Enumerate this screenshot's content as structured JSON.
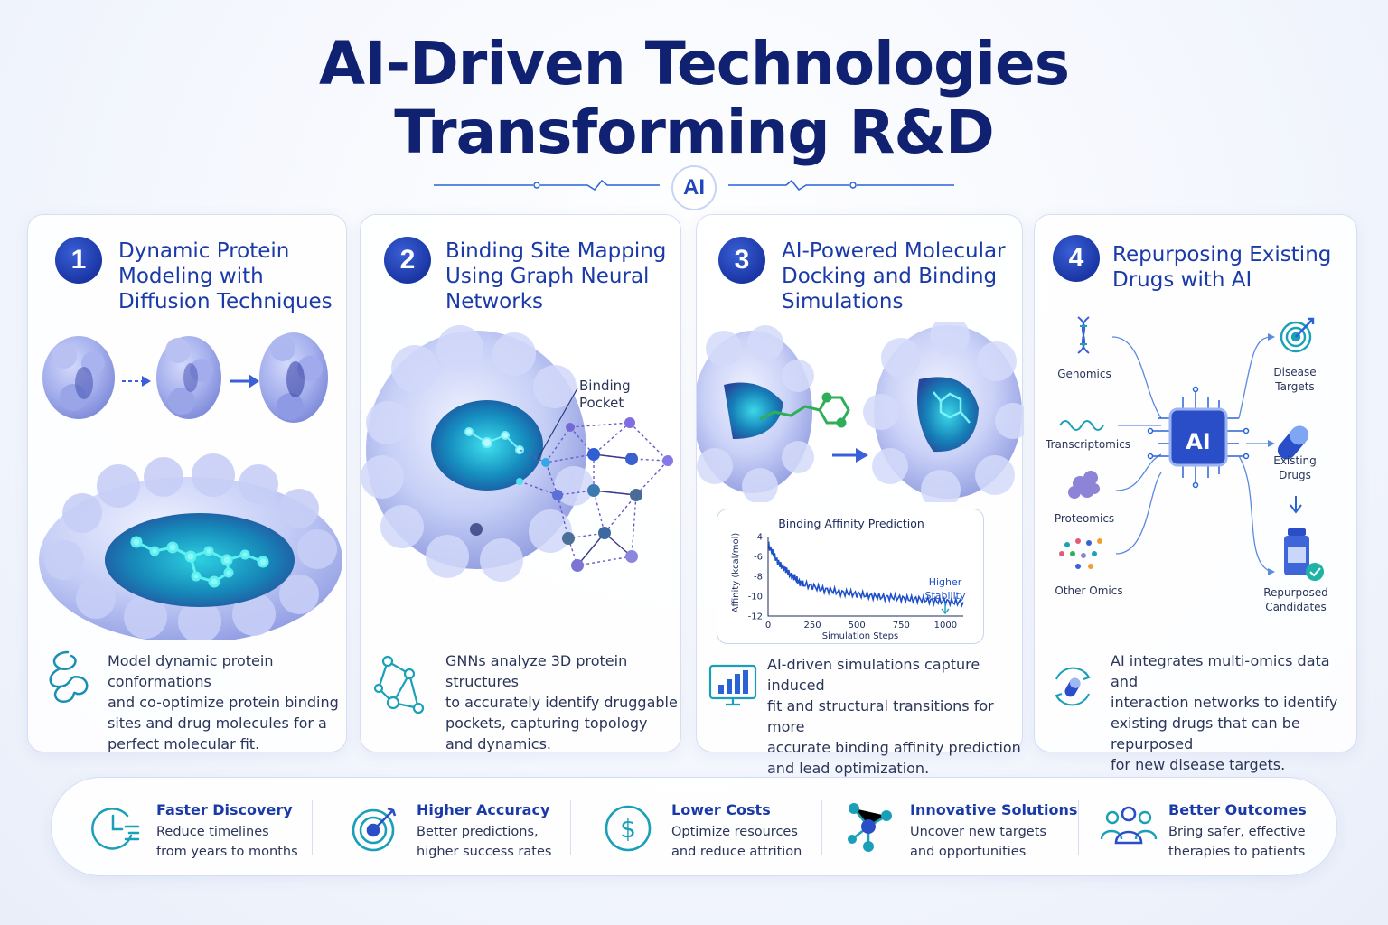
{
  "header": {
    "title_line1": "AI-Driven Technologies",
    "title_line2": "Transforming R&D",
    "badge": "AI"
  },
  "colors": {
    "title": "#0f2170",
    "accent_blue": "#1a3aa8",
    "teal": "#1aa0b8",
    "protein_lavender": "#aab4ef"
  },
  "panels": [
    {
      "number": "1",
      "title": [
        "Dynamic Protein",
        "Modeling with",
        "Diffusion Techniques"
      ],
      "description": [
        "Model dynamic protein conformations",
        "and co-optimize protein binding",
        "sites and drug molecules for a",
        "perfect molecular fit."
      ],
      "icon": "protein-coil-icon"
    },
    {
      "number": "2",
      "title": [
        "Binding Site Mapping",
        "Using Graph Neural",
        "Networks"
      ],
      "callout": [
        "Binding",
        "Pocket"
      ],
      "description": [
        "GNNs analyze 3D protein structures",
        "to accurately identify druggable",
        "pockets, capturing topology",
        "and dynamics."
      ],
      "icon": "graph-network-icon"
    },
    {
      "number": "3",
      "title": [
        "AI-Powered Molecular",
        "Docking and Binding",
        "Simulations"
      ],
      "description": [
        "AI-driven simulations capture induced",
        "fit and structural transitions for more",
        "accurate binding affinity prediction",
        "and lead optimization."
      ],
      "icon": "bar-chart-monitor-icon"
    },
    {
      "number": "4",
      "title": [
        "Repurposing Existing",
        "Drugs with AI"
      ],
      "center_label": "AI",
      "inputs": [
        "Genomics",
        "Transcriptomics",
        "Proteomics",
        "Other Omics"
      ],
      "outputs": [
        [
          "Disease",
          "Targets"
        ],
        [
          "Existing",
          "Drugs"
        ],
        [
          "Repurposed",
          "Candidates"
        ]
      ],
      "description": [
        "AI integrates multi-omics data and",
        "interaction networks to identify",
        "existing drugs that can be repurposed",
        "for new disease targets."
      ],
      "icon": "cycle-pill-icon"
    }
  ],
  "chart_data": {
    "type": "line",
    "title": "Binding Affinity Prediction",
    "xlabel": "Simulation Steps",
    "ylabel": "Affinity (kcal/mol)",
    "xlim": [
      0,
      1100
    ],
    "ylim": [
      -12,
      -4
    ],
    "xticks": [
      "0",
      "250",
      "500",
      "750",
      "1000"
    ],
    "yticks": [
      "-4",
      "-6",
      "-8",
      "-10",
      "-12"
    ],
    "annotation": [
      "Higher",
      "Stability"
    ],
    "x": [
      0,
      25,
      50,
      75,
      100,
      125,
      150,
      175,
      200,
      250,
      300,
      350,
      400,
      450,
      500,
      550,
      600,
      650,
      700,
      750,
      800,
      850,
      900,
      950,
      1000,
      1050,
      1100
    ],
    "y": [
      -4.8,
      -5.6,
      -6.4,
      -7.0,
      -7.3,
      -7.9,
      -8.1,
      -8.6,
      -8.8,
      -9.0,
      -9.3,
      -9.4,
      -9.6,
      -9.7,
      -9.8,
      -9.9,
      -10.0,
      -10.1,
      -10.1,
      -10.2,
      -10.3,
      -10.3,
      -10.4,
      -10.5,
      -10.5,
      -10.6,
      -10.6
    ]
  },
  "benefits": [
    {
      "title": "Faster Discovery",
      "desc": [
        "Reduce timelines",
        "from years to months"
      ],
      "icon": "clock-icon"
    },
    {
      "title": "Higher Accuracy",
      "desc": [
        "Better predictions,",
        "higher success rates"
      ],
      "icon": "target-icon"
    },
    {
      "title": "Lower Costs",
      "desc": [
        "Optimize resources",
        "and reduce attrition"
      ],
      "icon": "dollar-icon"
    },
    {
      "title": "Innovative Solutions",
      "desc": [
        "Uncover new targets",
        "and opportunities"
      ],
      "icon": "molecule-icon"
    },
    {
      "title": "Better Outcomes",
      "desc": [
        "Bring safer, effective",
        "therapies to patients"
      ],
      "icon": "people-icon"
    }
  ]
}
